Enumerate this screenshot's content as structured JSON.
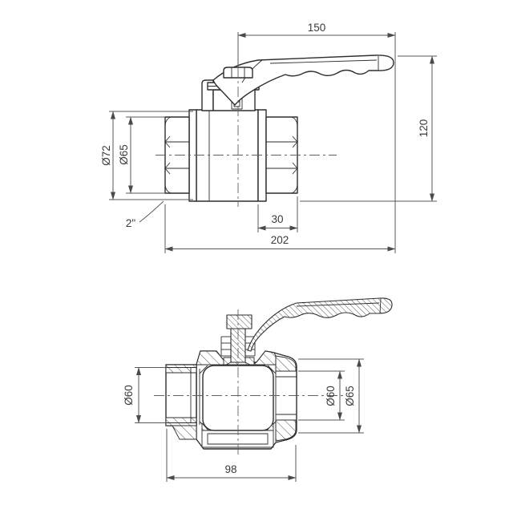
{
  "drawing": {
    "subject": "ball-valve-two-view-technical-drawing",
    "background": "#ffffff",
    "line_color": "#2e2e2e",
    "dimension_line_color": "#5a5a5a",
    "text_color": "#3a3a3a"
  },
  "top_view": {
    "dims": {
      "handle_length": "150",
      "overall_height": "120",
      "body_diameter": "Ø72",
      "nut_across_flats": "Ø65",
      "thread_size": "2\"",
      "nut_width": "30",
      "overall_length": "202"
    }
  },
  "bottom_view": {
    "dims": {
      "left_bore": "Ø60",
      "right_bore": "Ø60",
      "right_outer": "Ø65",
      "body_length": "98"
    }
  }
}
